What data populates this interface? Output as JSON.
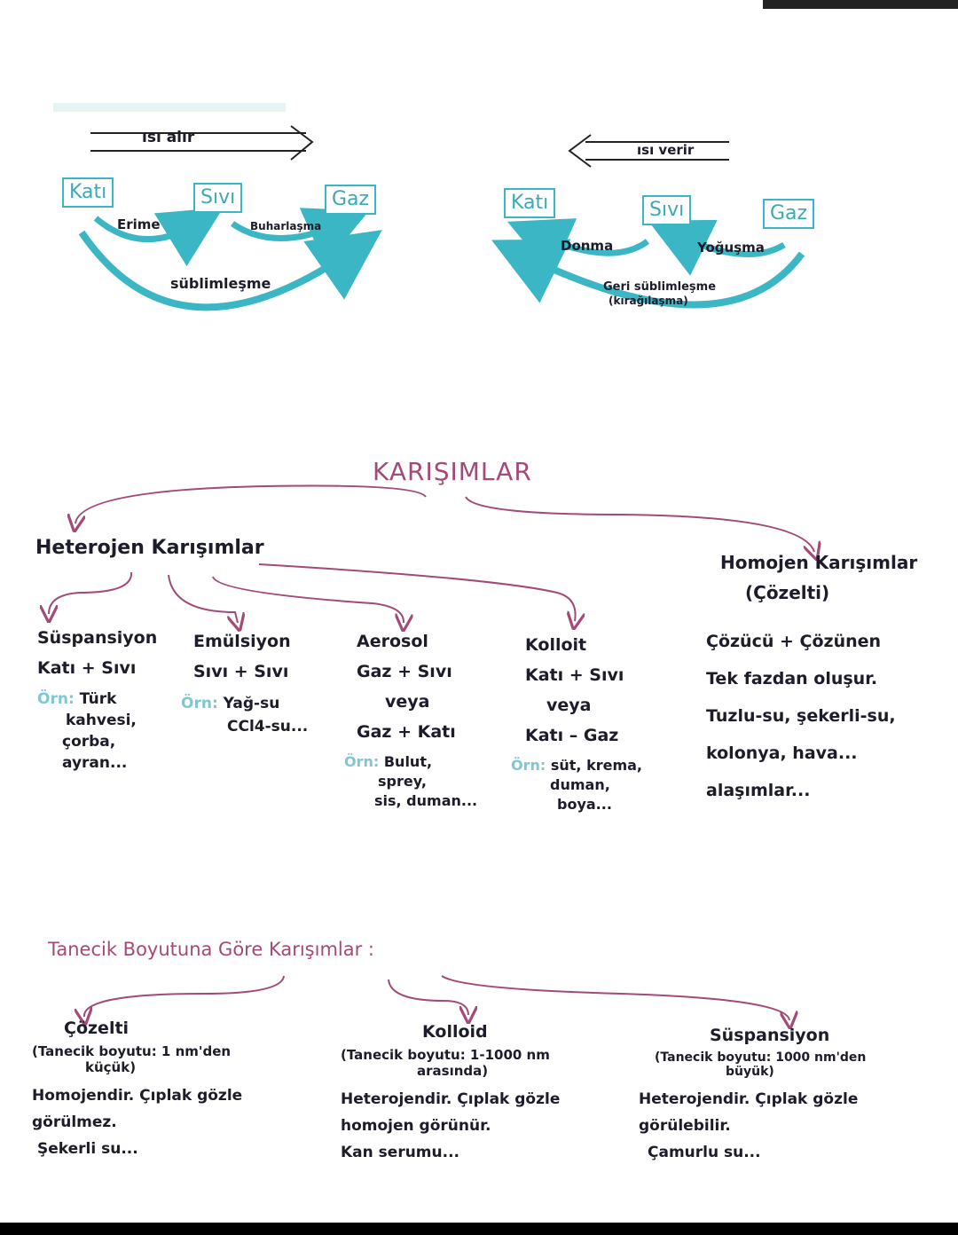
{
  "phase_changes": {
    "left": {
      "arrow_label": "ısı alır",
      "states": [
        "Katı",
        "Sıvı",
        "Gaz"
      ],
      "processes": {
        "melt": "Erime",
        "boil": "Buharlaşma",
        "sublime": "süblimleşme"
      }
    },
    "right": {
      "arrow_label": "ısı verir",
      "states": [
        "Katı",
        "Sıvı",
        "Gaz"
      ],
      "processes": {
        "freeze": "Donma",
        "condense": "Yoğuşma",
        "deposit": "Geri süblimleşme",
        "deposit_alt": "(kırağılaşma)"
      }
    }
  },
  "mixtures": {
    "title": "KARIŞIMLAR",
    "heterogeneous": "Heterojen Karışımlar",
    "homogeneous": {
      "title": "Homojen Karışımlar",
      "sub": "(Çözelti)"
    },
    "columns": [
      {
        "name": "Süspansiyon",
        "lines": [
          "Katı + Sıvı"
        ],
        "ex_label": "Örn:",
        "examples": [
          "Türk",
          "kahvesi,",
          "çorba,",
          "ayran..."
        ]
      },
      {
        "name": "Emülsiyon",
        "lines": [
          "Sıvı + Sıvı"
        ],
        "ex_label": "Örn:",
        "examples": [
          "Yağ-su",
          "CCl4-su..."
        ]
      },
      {
        "name": "Aerosol",
        "lines": [
          "Gaz + Sıvı",
          "veya",
          "Gaz + Katı"
        ],
        "ex_label": "Örn:",
        "examples": [
          "Bulut,",
          "sprey,",
          "sis, duman..."
        ]
      },
      {
        "name": "Kolloit",
        "lines": [
          "Katı + Sıvı",
          "veya",
          "Katı – Gaz"
        ],
        "ex_label": "Örn:",
        "examples": [
          "süt, krema,",
          "duman,",
          "boya..."
        ]
      }
    ],
    "homogeneous_lines": [
      "Çözücü + Çözünen",
      "Tek fazdan oluşur.",
      "Tuzlu-su, şekerli-su,",
      "kolonya, hava...",
      "alaşımlar..."
    ]
  },
  "particle_size": {
    "title": "Tanecik Boyutuna Göre Karışımlar :",
    "groups": [
      {
        "name": "Çözelti",
        "size": "(Tanecik boyutu: 1 nm'den",
        "size2": "küçük)",
        "lines": [
          "Homojendir. Çıplak gözle",
          "görülmez.",
          "Şekerli su..."
        ]
      },
      {
        "name": "Kolloid",
        "size": "(Tanecik boyutu: 1-1000 nm",
        "size2": "arasında)",
        "lines": [
          "Heterojendir. Çıplak gözle",
          "homojen görünür.",
          "Kan serumu..."
        ]
      },
      {
        "name": "Süspansiyon",
        "size": "(Tanecik boyutu: 1000 nm'den",
        "size2": "büyük)",
        "lines": [
          "Heterojendir. Çıplak gözle",
          "görülebilir.",
          "Çamurlu su..."
        ]
      }
    ]
  }
}
